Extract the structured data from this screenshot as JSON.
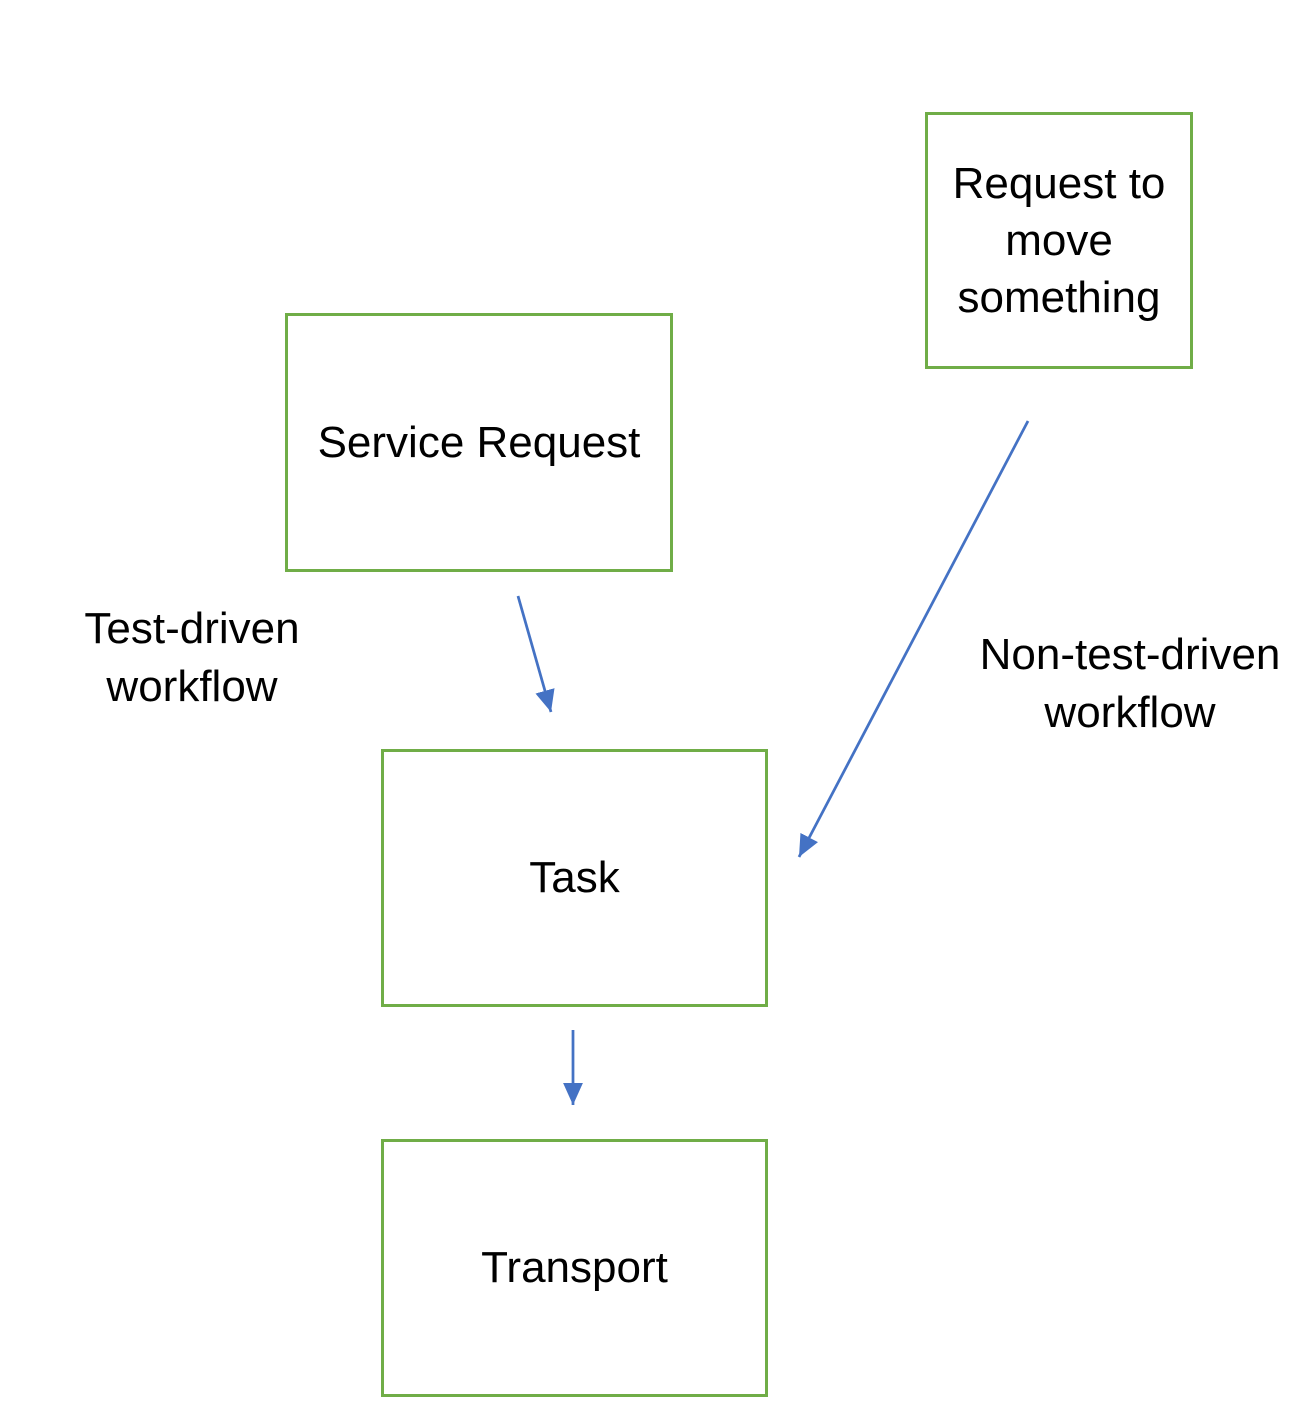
{
  "diagram": {
    "background": "#ffffff",
    "colors": {
      "node_border": "#70AD47",
      "arrow": "#4472C4",
      "text": "#000000"
    },
    "nodes": [
      {
        "id": "request-to-move-something",
        "label": "Request to move something"
      },
      {
        "id": "service-request",
        "label": "Service Request"
      },
      {
        "id": "task",
        "label": "Task"
      },
      {
        "id": "transport",
        "label": "Transport"
      }
    ],
    "annotations": [
      {
        "id": "test-driven-workflow",
        "text": "Test-driven workflow"
      },
      {
        "id": "non-test-driven-workflow",
        "text": "Non-test-driven workflow"
      }
    ],
    "edges": [
      {
        "from": "service-request",
        "to": "task",
        "workflow": "Test-driven workflow"
      },
      {
        "from": "request-to-move-something",
        "to": "task",
        "workflow": "Non-test-driven workflow"
      },
      {
        "from": "task",
        "to": "transport"
      }
    ]
  }
}
